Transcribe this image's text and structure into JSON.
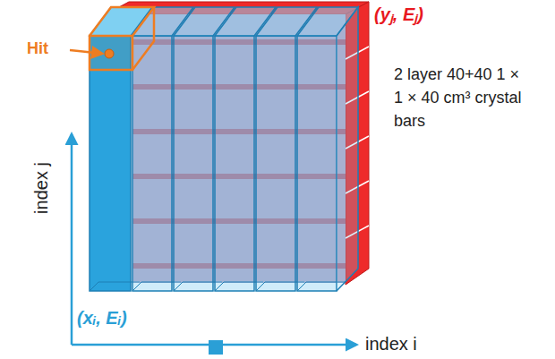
{
  "diagram": {
    "labels": [
      "(yⱼ, Eⱼ)",
      "Hit",
      "2 layer 40+40 1 × 1 × 40 cm³ crystal bars",
      "index j",
      "index i",
      "(xᵢ, Eᵢ)"
    ]
  }
}
